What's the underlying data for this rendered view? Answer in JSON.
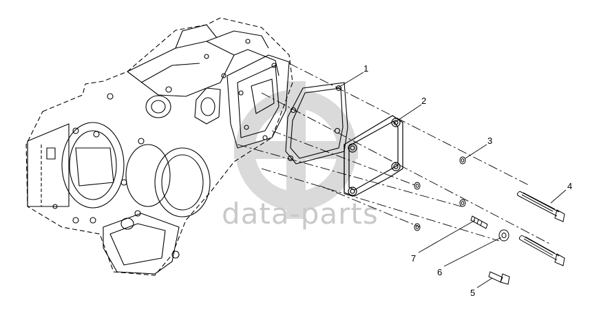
{
  "watermark": {
    "text": "data-parts",
    "color": "#c8c8c8"
  },
  "callouts": [
    {
      "id": "1",
      "label": "1"
    },
    {
      "id": "2",
      "label": "2"
    },
    {
      "id": "3",
      "label": "3"
    },
    {
      "id": "4",
      "label": "4"
    },
    {
      "id": "5",
      "label": "5"
    },
    {
      "id": "6",
      "label": "6"
    },
    {
      "id": "7",
      "label": "7"
    }
  ],
  "colors": {
    "line": "#000000",
    "watermark": "#c8c8c8",
    "background": "#ffffff"
  }
}
